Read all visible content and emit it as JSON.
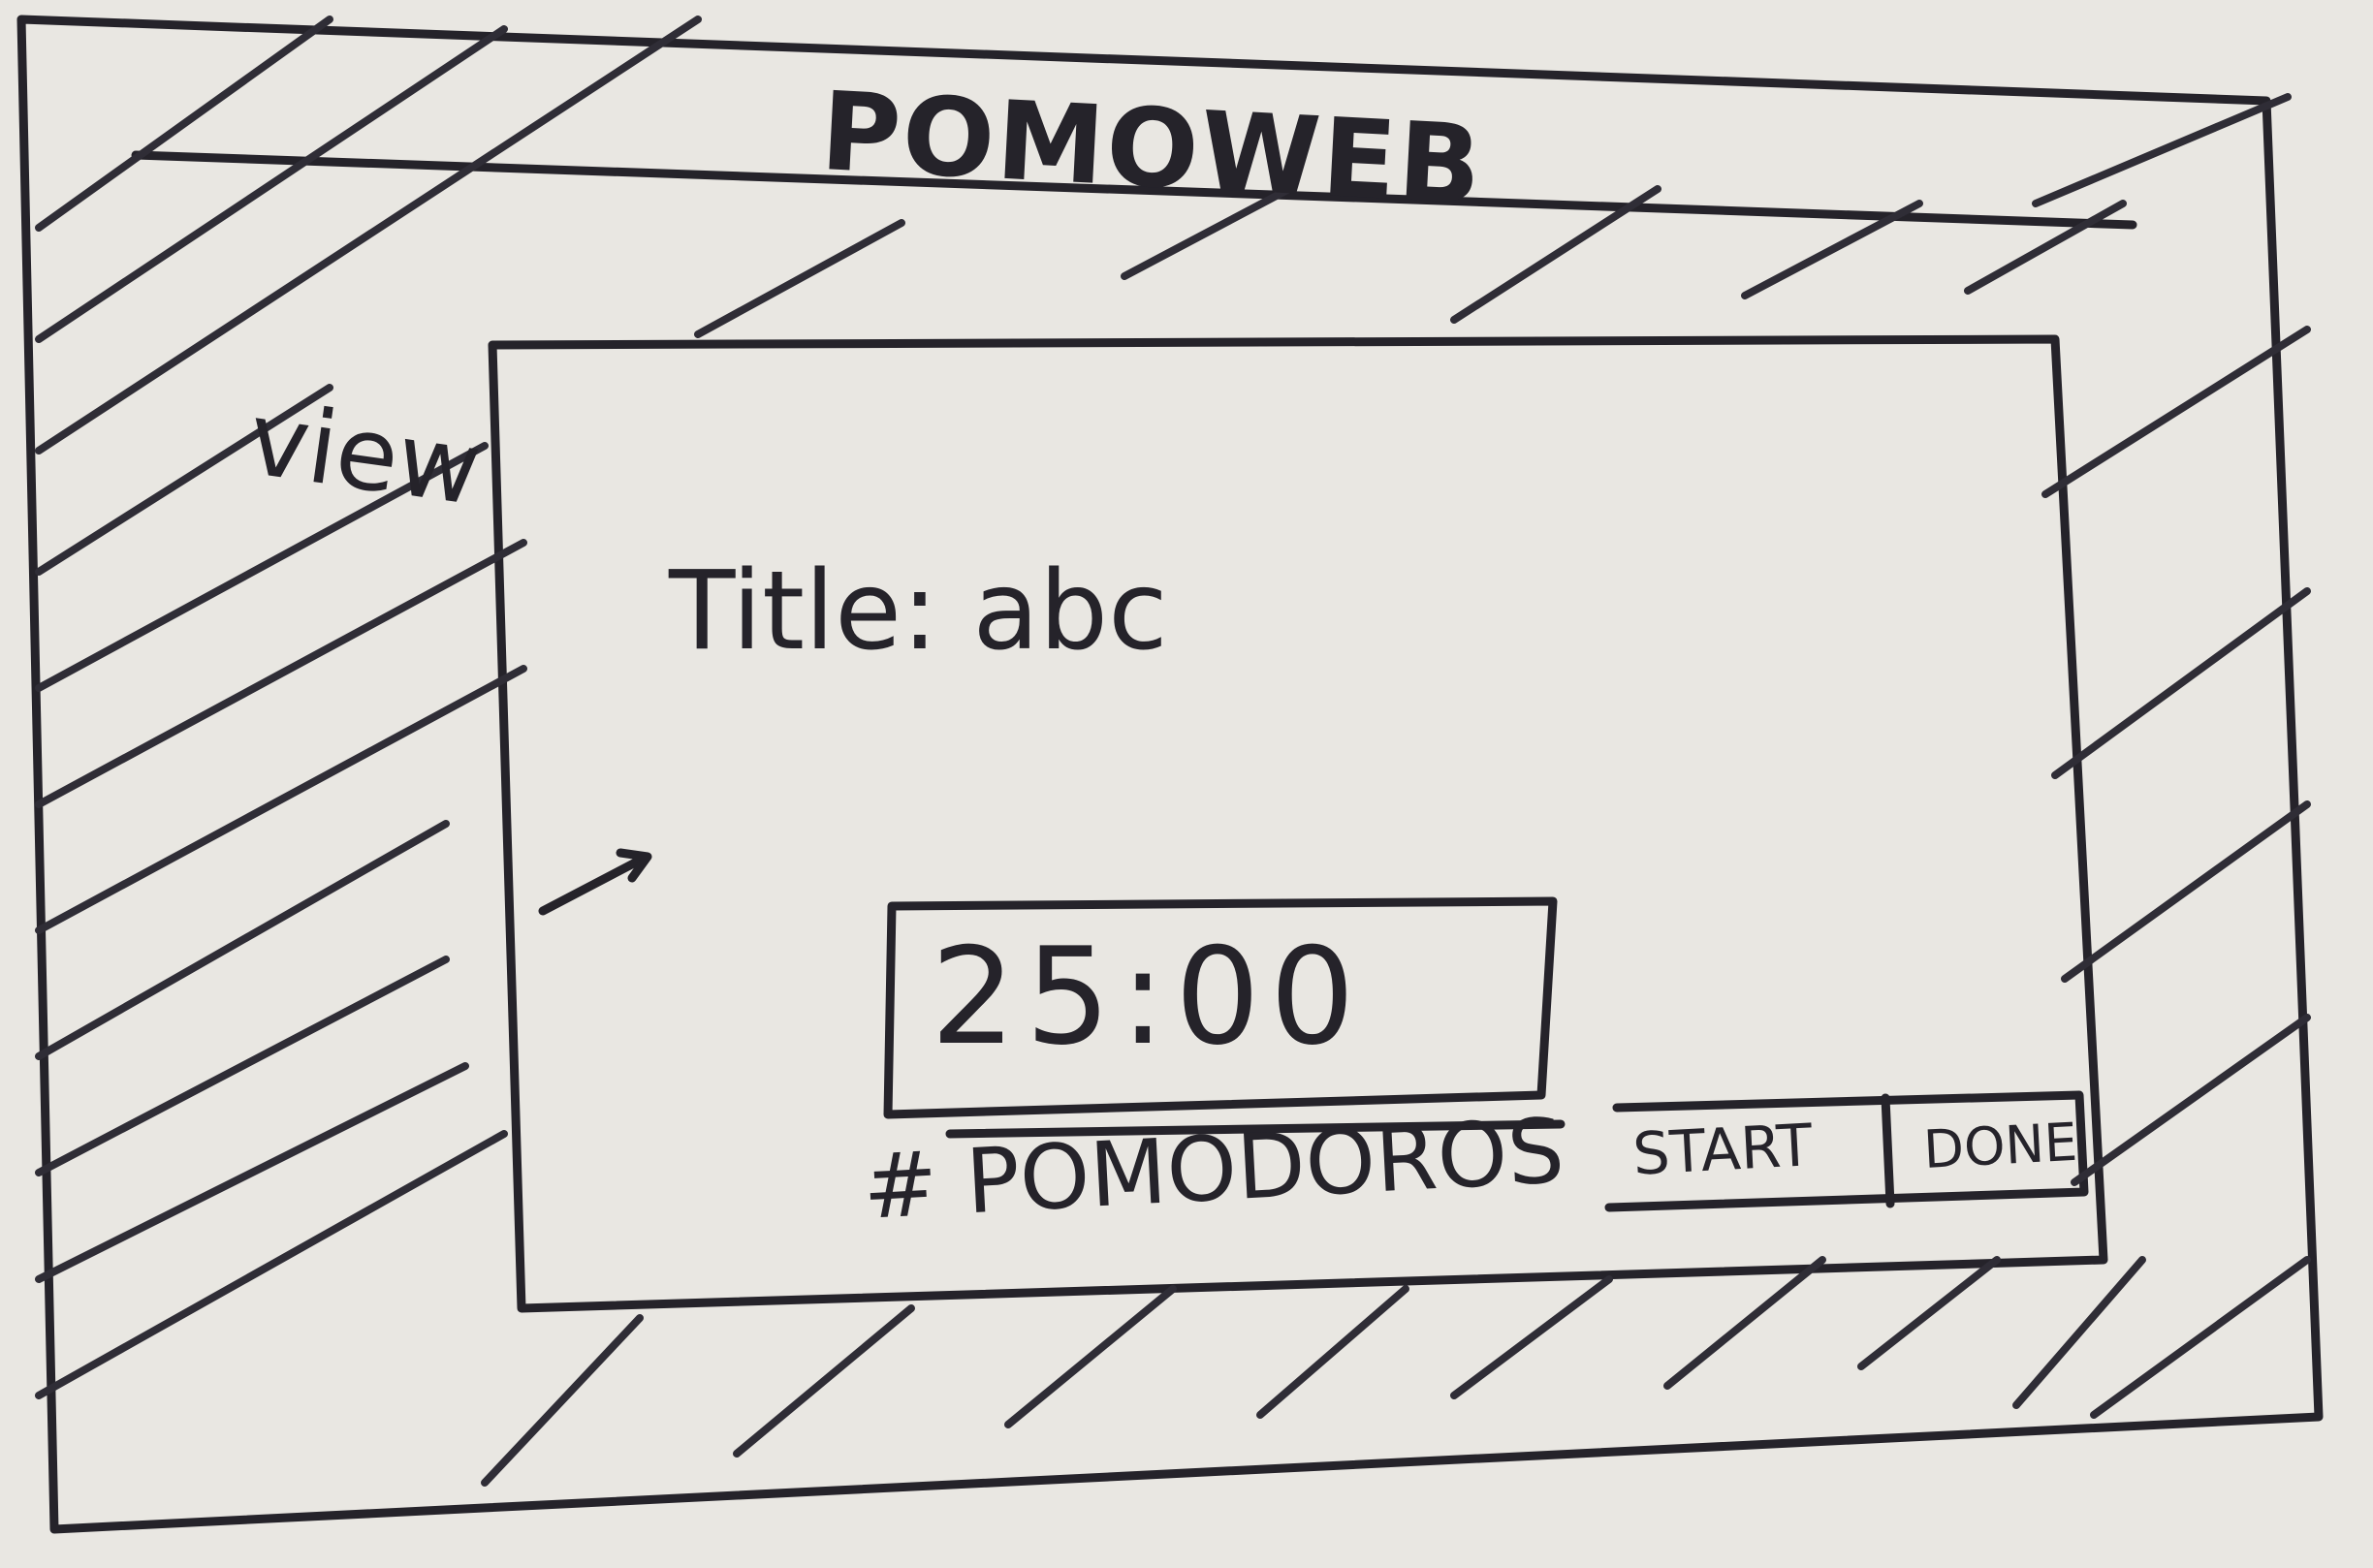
{
  "header": {
    "app_title": "POMOWEB"
  },
  "annotations": {
    "view_label": "view"
  },
  "task": {
    "title_line": "Title: abc"
  },
  "timer": {
    "display": "25:00"
  },
  "counter": {
    "label": "# POMODOROS"
  },
  "actions": {
    "start_label": "START",
    "done_label": "DONE"
  },
  "colors": {
    "ink": "#25232a",
    "paper": "#e9e7e2"
  }
}
